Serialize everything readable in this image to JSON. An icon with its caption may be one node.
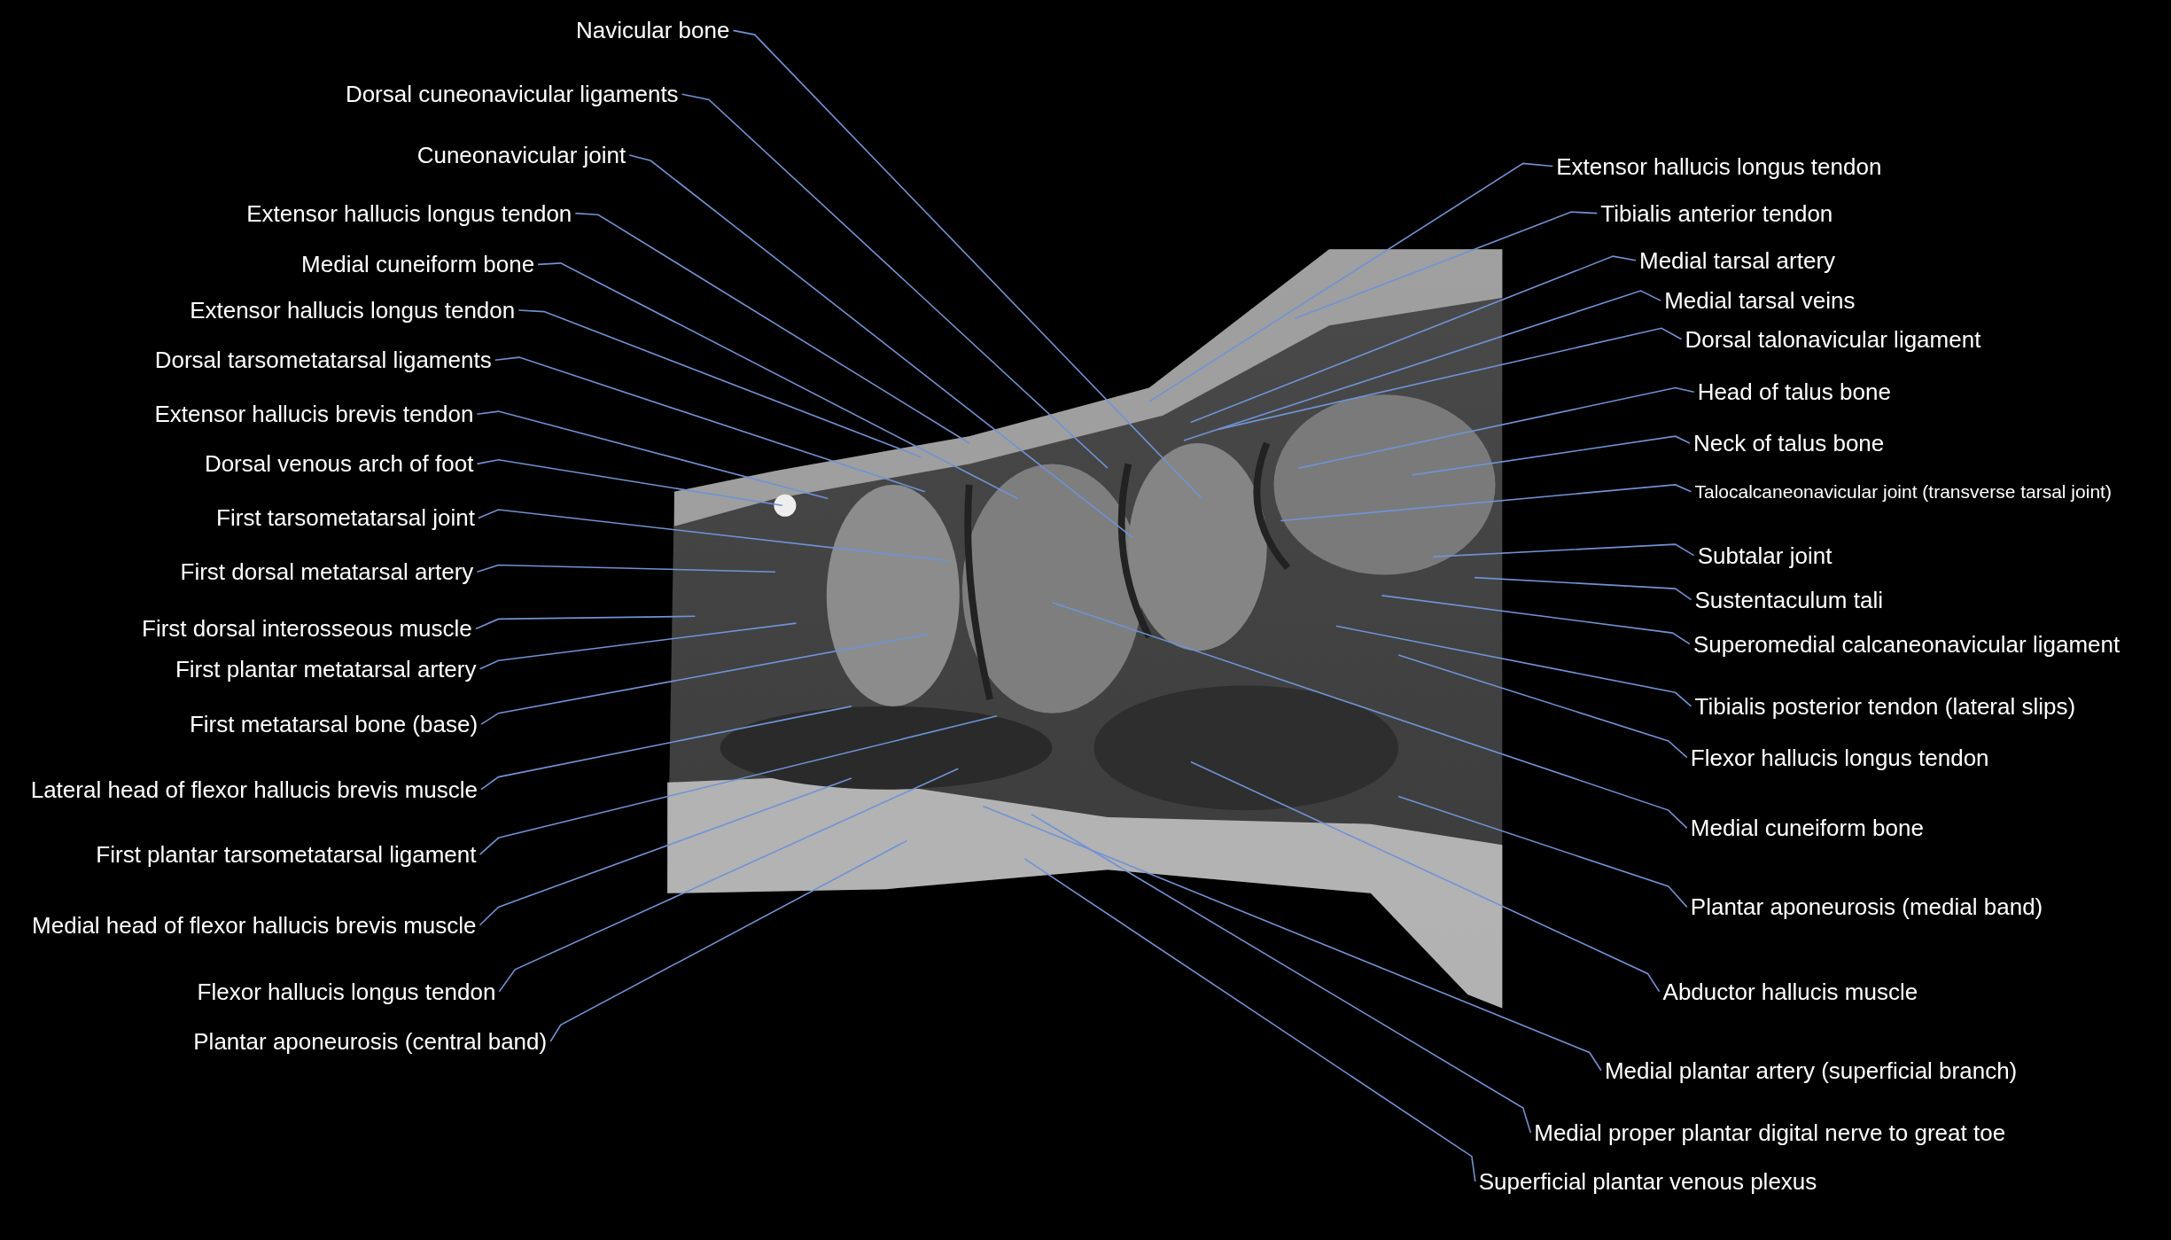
{
  "diagram": {
    "nodes": [
      {
        "text": [
          "Navicular bone"
        ]
      },
      {
        "text": [
          "Dorsal cuneonavicular ligaments"
        ]
      },
      {
        "text": [
          "Cuneonavicular joint"
        ]
      },
      {
        "text": [
          "Extensor hallucis longus tendon"
        ]
      },
      {
        "text": [
          "Medial cuneiform bone"
        ]
      },
      {
        "text": [
          "Extensor hallucis longus tendon"
        ]
      },
      {
        "text": [
          "Dorsal tarsometatarsal ligaments"
        ]
      },
      {
        "text": [
          "Extensor hallucis brevis tendon"
        ]
      },
      {
        "text": [
          "Dorsal venous arch of foot"
        ]
      },
      {
        "text": [
          "First tarsometatarsal joint"
        ]
      },
      {
        "text": [
          "First dorsal metatarsal artery"
        ]
      },
      {
        "text": [
          "First dorsal interosseous muscle"
        ]
      },
      {
        "text": [
          "First plantar metatarsal artery"
        ]
      },
      {
        "text": [
          "First metatarsal bone (base)"
        ]
      },
      {
        "text": [
          "Lateral head of flexor hallucis brevis muscle"
        ]
      },
      {
        "text": [
          "First plantar tarsometatarsal ligament"
        ]
      },
      {
        "text": [
          "Medial head of flexor hallucis brevis muscle"
        ]
      },
      {
        "text": [
          "Flexor hallucis longus tendon"
        ]
      },
      {
        "text": [
          "Plantar aponeurosis (central band)"
        ]
      },
      {
        "text": [
          "Extensor hallucis longus tendon"
        ]
      },
      {
        "text": [
          "Tibialis anterior tendon"
        ]
      },
      {
        "text": [
          "Medial tarsal artery"
        ]
      },
      {
        "text": [
          "Medial tarsal veins"
        ]
      },
      {
        "text": [
          "Dorsal talonavicular ligament"
        ]
      },
      {
        "text": [
          "Head of talus bone"
        ]
      },
      {
        "text": [
          "Neck of talus bone"
        ]
      },
      {
        "text": [
          "Talocalcaneonavicular joint (transverse tarsal joint)"
        ]
      },
      {
        "text": [
          "Subtalar joint"
        ]
      },
      {
        "text": [
          "Sustentaculum tali"
        ]
      },
      {
        "text": [
          "Superomedial calcaneonavicular ligament"
        ]
      },
      {
        "text": [
          "Tibialis posterior tendon (lateral slips)"
        ]
      },
      {
        "text": [
          "Flexor hallucis longus tendon"
        ]
      },
      {
        "text": [
          "Medial cuneiform bone"
        ]
      },
      {
        "text": [
          "Plantar aponeurosis (medial band)"
        ]
      },
      {
        "text": [
          "Abductor hallucis muscle"
        ]
      },
      {
        "text": [
          "Medial plantar artery (superficial branch)"
        ]
      },
      {
        "text": [
          "Medial proper plantar digital nerve to great toe"
        ]
      },
      {
        "text": [
          "Superficial plantar venous plexus"
        ]
      }
    ],
    "edges": [
      {
        "from": 0,
        "to": null,
        "arrow": "none"
      },
      {
        "from": 1,
        "to": null,
        "arrow": "none"
      },
      {
        "from": 2,
        "to": null,
        "arrow": "none"
      },
      {
        "from": 3,
        "to": null,
        "arrow": "none"
      },
      {
        "from": 4,
        "to": null,
        "arrow": "none"
      },
      {
        "from": 5,
        "to": null,
        "arrow": "none"
      },
      {
        "from": 6,
        "to": null,
        "arrow": "none"
      },
      {
        "from": 7,
        "to": null,
        "arrow": "none"
      },
      {
        "from": 8,
        "to": null,
        "arrow": "none"
      },
      {
        "from": 9,
        "to": null,
        "arrow": "none"
      },
      {
        "from": 10,
        "to": null,
        "arrow": "none"
      },
      {
        "from": 11,
        "to": null,
        "arrow": "none"
      },
      {
        "from": 12,
        "to": null,
        "arrow": "none"
      },
      {
        "from": 13,
        "to": null,
        "arrow": "none"
      },
      {
        "from": 14,
        "to": null,
        "arrow": "none"
      },
      {
        "from": 15,
        "to": null,
        "arrow": "none"
      },
      {
        "from": 16,
        "to": null,
        "arrow": "none"
      },
      {
        "from": 17,
        "to": null,
        "arrow": "none"
      },
      {
        "from": 18,
        "to": null,
        "arrow": "none"
      },
      {
        "from": 19,
        "to": null,
        "arrow": "none"
      },
      {
        "from": 20,
        "to": null,
        "arrow": "none"
      },
      {
        "from": 21,
        "to": null,
        "arrow": "none"
      },
      {
        "from": 22,
        "to": null,
        "arrow": "none"
      },
      {
        "from": 23,
        "to": null,
        "arrow": "none"
      },
      {
        "from": 24,
        "to": null,
        "arrow": "none"
      },
      {
        "from": 25,
        "to": null,
        "arrow": "none"
      },
      {
        "from": 26,
        "to": null,
        "arrow": "none"
      },
      {
        "from": 27,
        "to": null,
        "arrow": "none"
      },
      {
        "from": 28,
        "to": null,
        "arrow": "none"
      },
      {
        "from": 29,
        "to": null,
        "arrow": "none"
      },
      {
        "from": 30,
        "to": null,
        "arrow": "none"
      },
      {
        "from": 31,
        "to": null,
        "arrow": "none"
      },
      {
        "from": 32,
        "to": null,
        "arrow": "none"
      },
      {
        "from": 33,
        "to": null,
        "arrow": "none"
      },
      {
        "from": 34,
        "to": null,
        "arrow": "none"
      },
      {
        "from": 35,
        "to": null,
        "arrow": "none"
      },
      {
        "from": 36,
        "to": null,
        "arrow": "none"
      },
      {
        "from": 37,
        "to": null,
        "arrow": "none"
      }
    ]
  }
}
